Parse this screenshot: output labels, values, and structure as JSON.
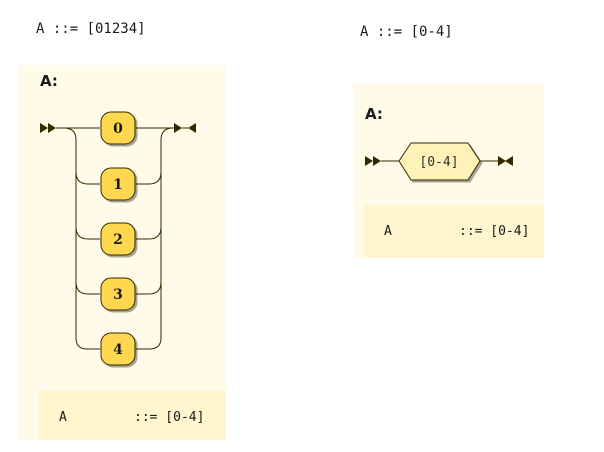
{
  "left": {
    "grammar": "A ::= [01234]",
    "rule_name": "A:",
    "terminals": [
      "0",
      "1",
      "2",
      "3",
      "4"
    ],
    "definition": {
      "name": "A",
      "op": "::= [0-4]"
    }
  },
  "right": {
    "grammar": "A ::= [0-4]",
    "rule_name": "A:",
    "char_class": "[0-4]",
    "definition": {
      "name": "A",
      "op": "::= [0-4]"
    }
  },
  "colors": {
    "panel_bg": "#fffbe8",
    "def_bg": "#fff5cf",
    "terminal_fill": "#ffd850",
    "class_fill": "#fff2b8",
    "stroke": "#332900"
  }
}
